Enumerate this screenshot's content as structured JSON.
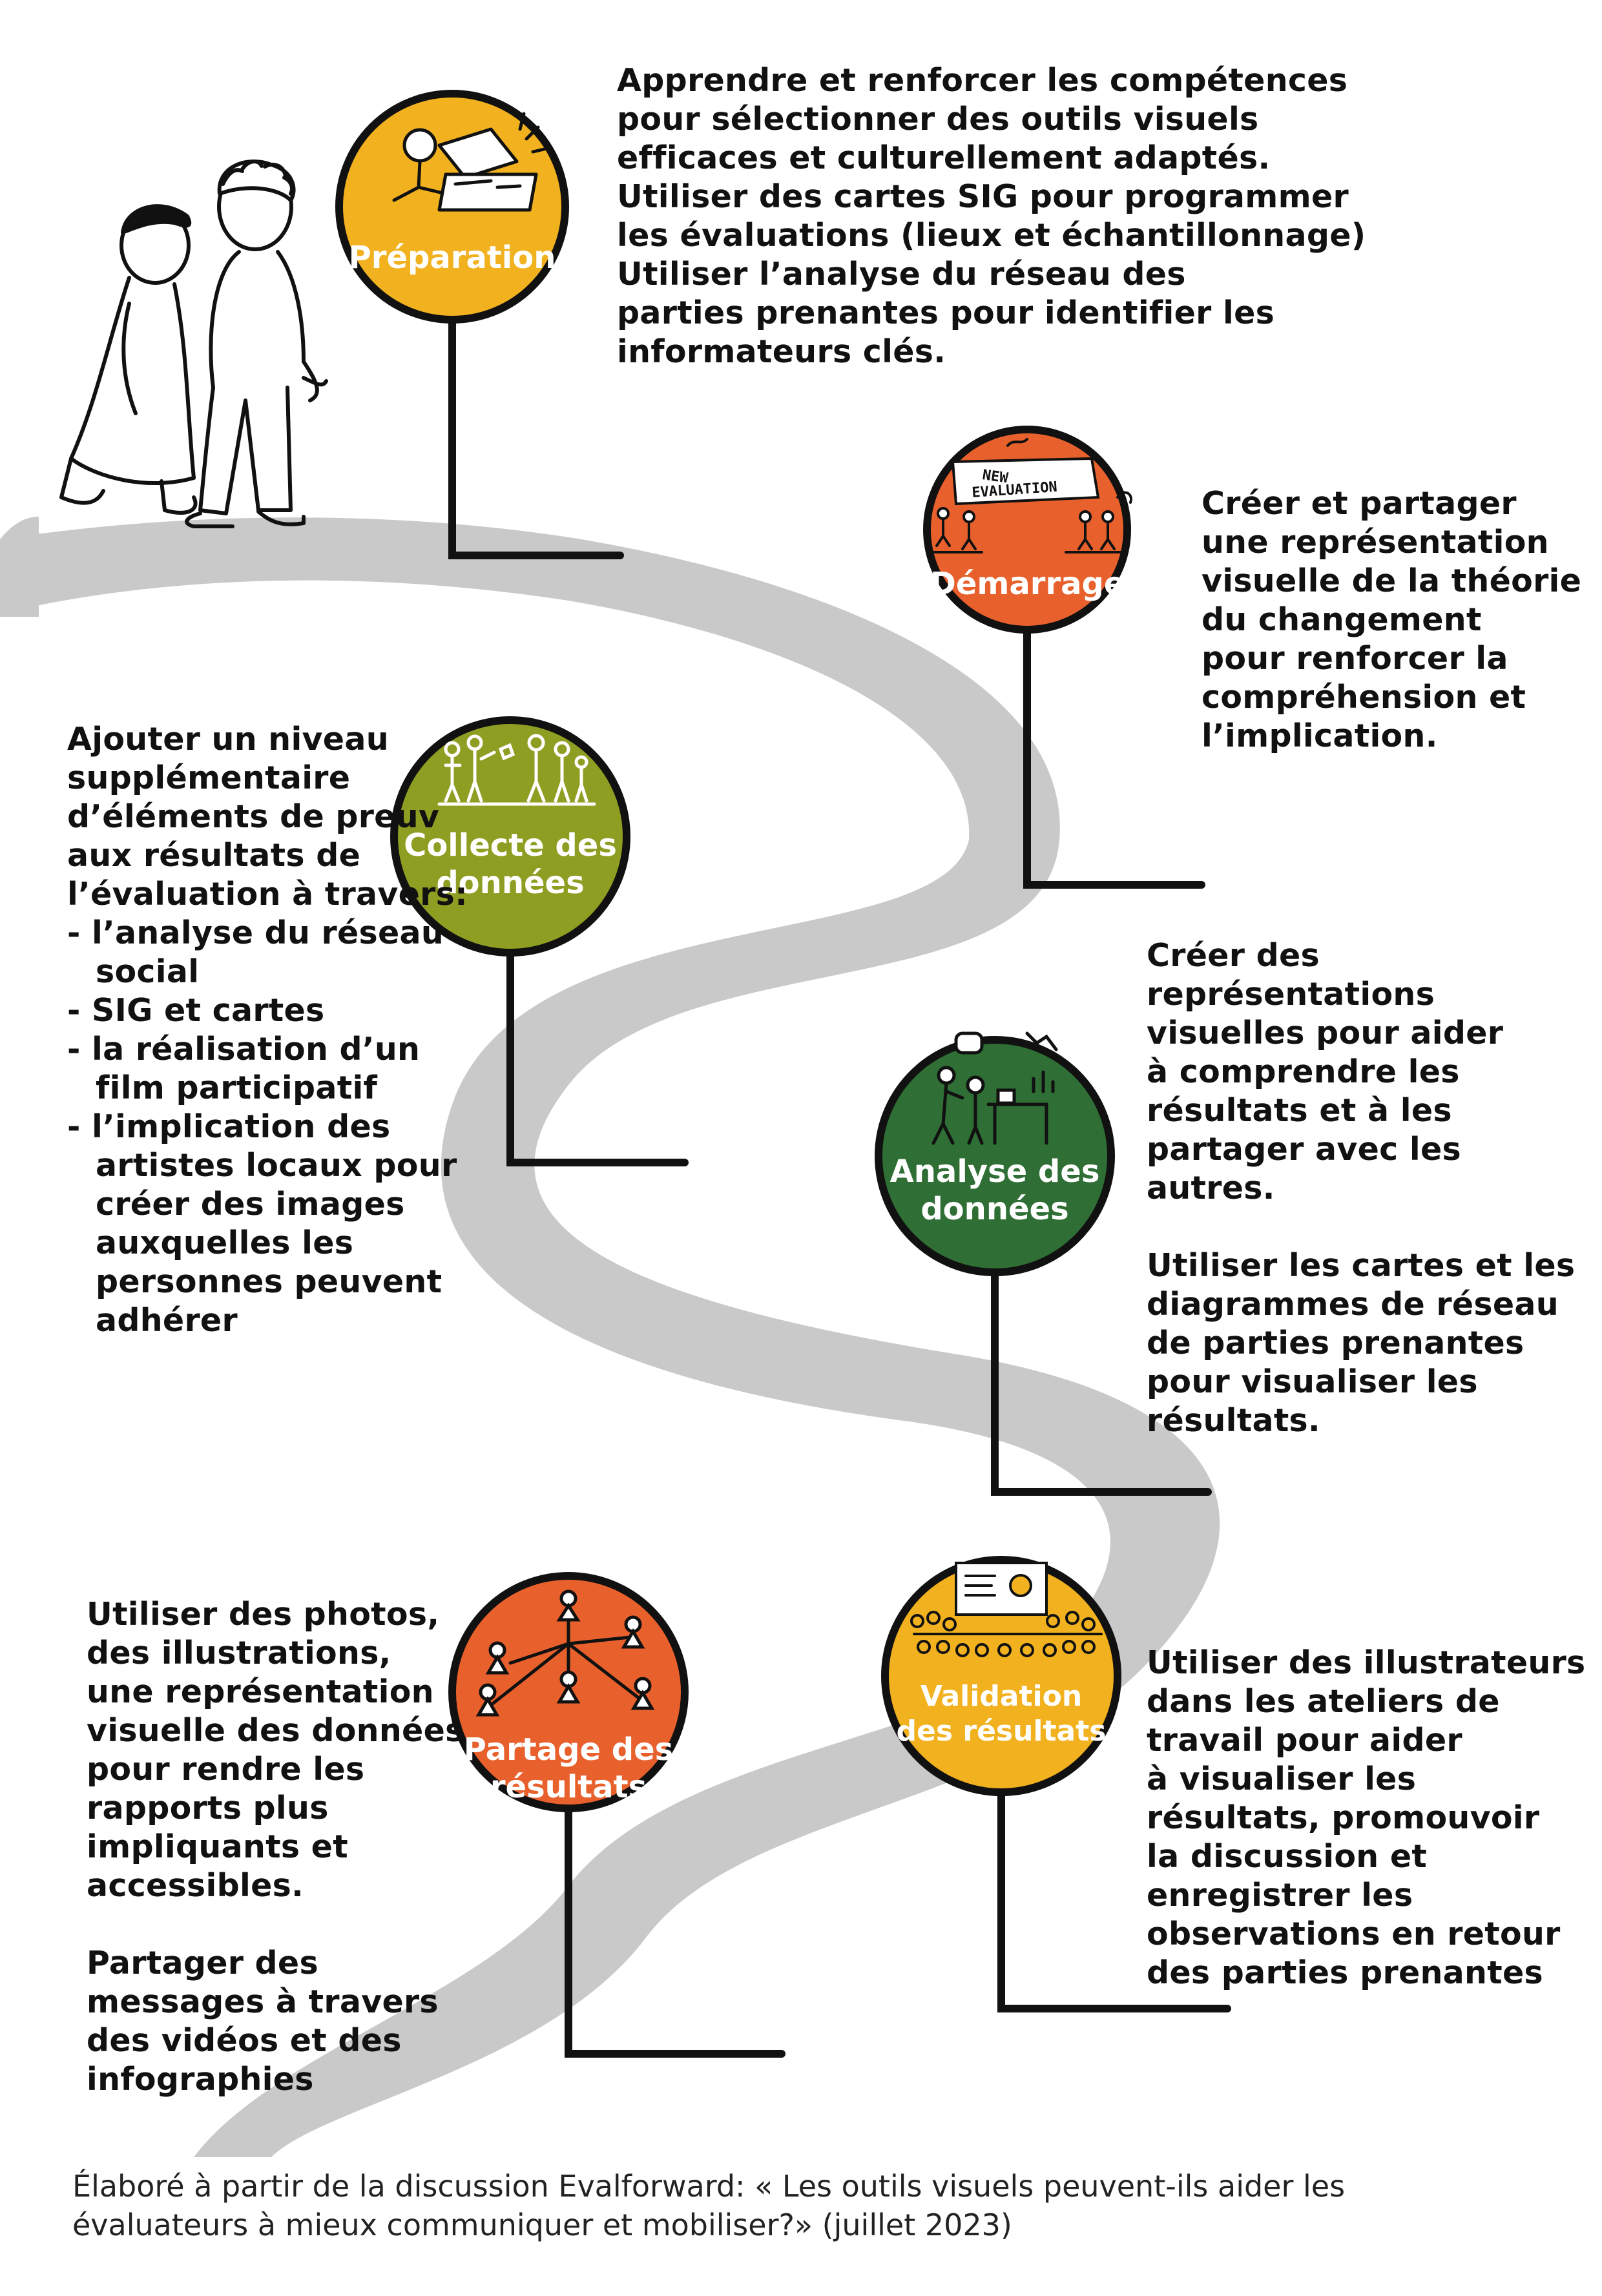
{
  "steps": [
    {
      "label_lines": [
        "Préparation"
      ],
      "color": "#F2B11E",
      "icon": "toolbox-person-icon",
      "desc_lines": [
        "Apprendre et renforcer les compétences",
        "pour sélectionner des outils visuels",
        "efficaces et culturellement adaptés.",
        "Utiliser des cartes SIG pour programmer",
        "les évaluations (lieux et échantillonnage)",
        "Utiliser l’analyse du réseau des",
        "parties prenantes pour identifier les",
        "informateurs clés."
      ]
    },
    {
      "label_lines": [
        "Démarrage"
      ],
      "color": "#E8612D",
      "icon": "new-evaluation-banner-icon",
      "icon_banner": [
        "NEW",
        "EVALUATION"
      ],
      "desc_lines": [
        "Créer et partager",
        "une représentation",
        "visuelle de la théorie",
        "du changement",
        "pour renforcer la",
        "compréhension et",
        "l’implication."
      ]
    },
    {
      "label_lines": [
        "Collecte des",
        "données"
      ],
      "color": "#8E9E22",
      "icon": "people-group-icon",
      "desc_lines": [
        "Ajouter un niveau",
        "supplémentaire",
        "d’éléments de preuv",
        "aux résultats de",
        "l’évaluation à travers:",
        "- l’analyse du réseau",
        "social",
        "- SIG et cartes",
        "- la réalisation d’un",
        "film participatif",
        "- l’implication des",
        "artistes locaux pour",
        "créer des images",
        "auxquelles les",
        "personnes peuvent",
        "adhérer"
      ]
    },
    {
      "label_lines": [
        "Analyse des",
        "données"
      ],
      "color": "#2F6E34",
      "icon": "analysts-chart-icon",
      "desc_lines": [
        "Créer des",
        "représentations",
        "visuelles pour aider",
        "à comprendre les",
        "résultats et à les",
        "partager avec les",
        "autres.",
        "",
        "Utiliser les cartes et les",
        "diagrammes de réseau",
        "de parties prenantes",
        "pour visualiser les",
        "résultats."
      ]
    },
    {
      "label_lines": [
        "Validation",
        "des résultats"
      ],
      "color": "#F2B11E",
      "icon": "audience-presentation-icon",
      "desc_lines": [
        "Utiliser des illustrateurs",
        "dans les ateliers de",
        "travail pour aider",
        "à visualiser les",
        "résultats, promouvoir",
        "la discussion et",
        "enregistrer les",
        "observations en retour",
        "des parties prenantes"
      ]
    },
    {
      "label_lines": [
        "Partage des",
        "résultats"
      ],
      "color": "#E8612D",
      "icon": "network-people-icon",
      "desc_lines": [
        "Utiliser des photos,",
        "des illustrations,",
        "une représentation",
        "visuelle des données",
        "pour rendre les",
        "rapports plus",
        "impliquants et",
        "accessibles.",
        "",
        "Partager des",
        "messages à travers",
        "des vidéos et des",
        "infographies"
      ]
    }
  ],
  "illustration": {
    "icon": "walking-couple-icon"
  },
  "footer_lines": [
    "Élaboré à partir de la discussion Evalforward: « Les outils visuels peuvent-ils aider les",
    "évaluateurs à mieux communiquer et mobiliser?» (juillet 2023)"
  ],
  "colors": {
    "road": "#C9C9C9",
    "ink": "#111111"
  }
}
